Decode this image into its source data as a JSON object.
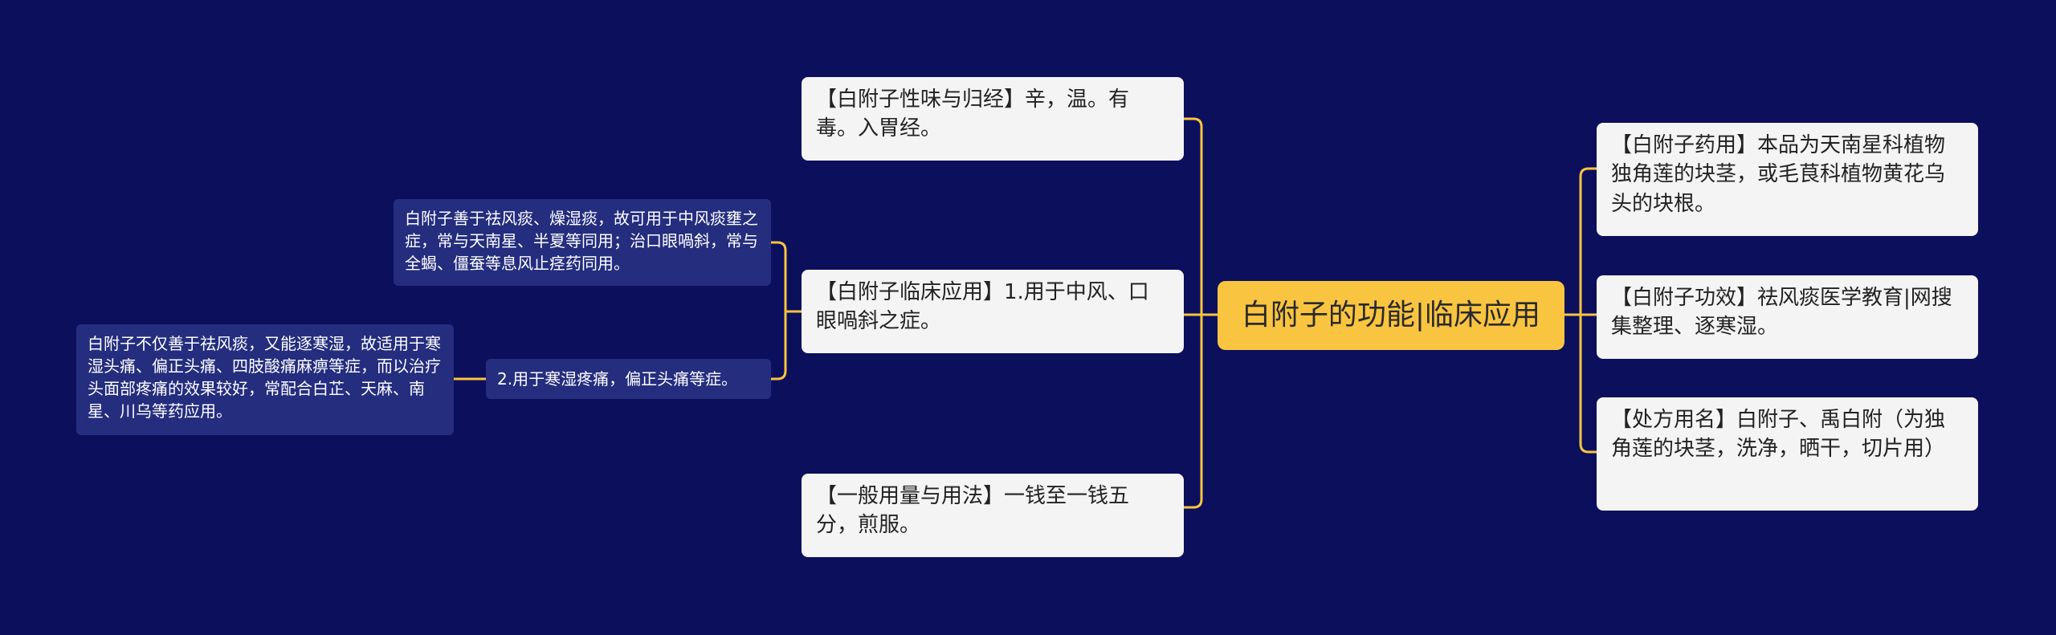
{
  "root": {
    "label": "白附子的功能|临床应用"
  },
  "right_branches": [
    {
      "text": "【白附子药用】本品为天南星科植物独角莲的块茎，或毛茛科植物黄花乌头的块根。"
    },
    {
      "text": "【白附子功效】祛风痰医学教育|网搜集整理、逐寒湿。"
    },
    {
      "text": "【处方用名】白附子、禹白附（为独角莲的块茎，洗净，晒干，切片用）"
    }
  ],
  "left_branches": [
    {
      "text": "【白附子性味与归经】辛，温。有毒。入胃经。"
    },
    {
      "text": "【白附子临床应用】1.用于中风、口眼喎斜之症。"
    },
    {
      "text": "【一般用量与用法】一钱至一钱五分，煎服。"
    }
  ],
  "clinical_children": [
    {
      "text": "白附子善于祛风痰、燥湿痰，故可用于中风痰壅之症，常与天南星、半夏等同用；治口眼喎斜，常与全蝎、僵蚕等息风止痉药同用。"
    },
    {
      "text": "2.用于寒湿疼痛，偏正头痛等症。"
    }
  ],
  "cold_pain_children": [
    {
      "text": "白附子不仅善于祛风痰，又能逐寒湿，故适用于寒湿头痛、偏正头痛、四肢酸痛麻痹等症，而以治疗头面部疼痛的效果较好，常配合白芷、天麻、南星、川乌等药应用。"
    }
  ],
  "colors": {
    "background": "#0b0f5c",
    "root_fill": "#f9c440",
    "branch_fill": "#f4f4f5",
    "leaf_fill": "#242d7e",
    "connector": "#f9c440"
  }
}
